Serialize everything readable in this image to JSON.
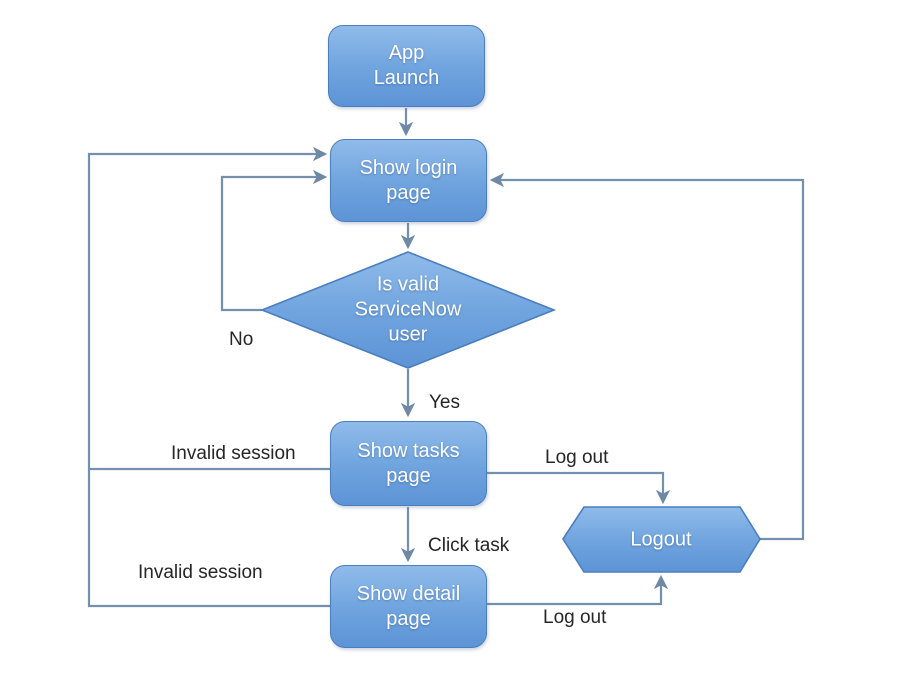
{
  "diagram": {
    "type": "flowchart",
    "nodes": {
      "app_launch": {
        "label": "App\nLaunch",
        "shape": "rounded-rectangle"
      },
      "show_login_page": {
        "label": "Show login\npage",
        "shape": "rounded-rectangle"
      },
      "is_valid_user": {
        "label": "Is valid\nServiceNow\nuser",
        "shape": "diamond"
      },
      "show_tasks_page": {
        "label": "Show tasks\npage",
        "shape": "rounded-rectangle"
      },
      "logout": {
        "label": "Logout",
        "shape": "hexagon"
      },
      "show_detail_page": {
        "label": "Show detail\npage",
        "shape": "rounded-rectangle"
      }
    },
    "edge_labels": {
      "no": "No",
      "yes": "Yes",
      "invalid_session_from_tasks": "Invalid session",
      "invalid_session_from_detail": "Invalid session",
      "log_out_from_tasks": "Log out",
      "log_out_from_detail": "Log out",
      "click_task": "Click task"
    },
    "edges": [
      {
        "from": "app_launch",
        "to": "show_login_page",
        "label": ""
      },
      {
        "from": "show_login_page",
        "to": "is_valid_user",
        "label": ""
      },
      {
        "from": "is_valid_user",
        "to": "show_login_page",
        "label": "No"
      },
      {
        "from": "is_valid_user",
        "to": "show_tasks_page",
        "label": "Yes"
      },
      {
        "from": "show_tasks_page",
        "to": "show_login_page",
        "label": "Invalid session"
      },
      {
        "from": "show_tasks_page",
        "to": "logout",
        "label": "Log out"
      },
      {
        "from": "show_tasks_page",
        "to": "show_detail_page",
        "label": "Click task"
      },
      {
        "from": "show_detail_page",
        "to": "show_login_page",
        "label": "Invalid session"
      },
      {
        "from": "show_detail_page",
        "to": "logout",
        "label": "Log out"
      },
      {
        "from": "logout",
        "to": "show_login_page",
        "label": ""
      }
    ],
    "colors": {
      "node_fill_top": "#90bbea",
      "node_fill_bottom": "#5d94d6",
      "node_border": "#4a7ebf",
      "connector": "#7490af",
      "node_text": "#ffffff",
      "edge_label_text": "#262626",
      "background": "#ffffff"
    }
  }
}
